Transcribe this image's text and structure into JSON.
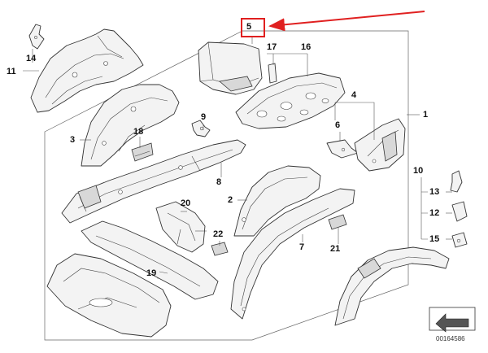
{
  "callouts": {
    "c1": "1",
    "c2": "2",
    "c3": "3",
    "c4": "4",
    "c5": "5",
    "c6": "6",
    "c7": "7",
    "c8": "8",
    "c9": "9",
    "c10": "10",
    "c11": "11",
    "c12": "12",
    "c13": "13",
    "c14": "14",
    "c15": "15",
    "c16": "16",
    "c17": "17",
    "c18": "18",
    "c19": "19",
    "c20": "20",
    "c21": "21",
    "c22": "22"
  },
  "diagram_code": "00164586",
  "colors": {
    "highlight": "#e02020",
    "line": "#333333"
  },
  "highlighted_callout": "5"
}
